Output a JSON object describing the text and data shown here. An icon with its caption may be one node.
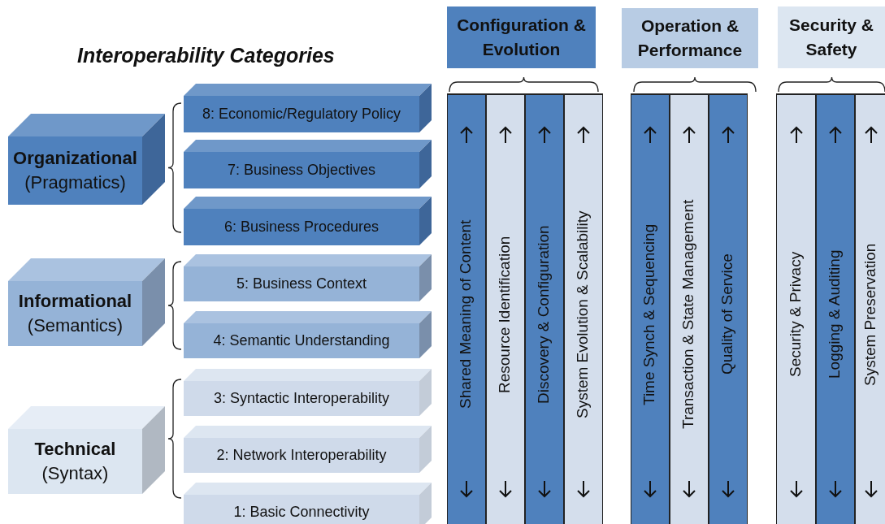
{
  "diagram": {
    "title": "Interoperability Categories",
    "nodes": [
      {
        "text": [
          "Organizational",
          "(Pragmatics)"
        ]
      },
      {
        "text": [
          "8: Economic/Regulatory Policy"
        ]
      },
      {
        "text": [
          "7: Business Objectives"
        ]
      },
      {
        "text": [
          "6: Business Procedures"
        ]
      },
      {
        "text": [
          "Informational",
          "(Semantics)"
        ]
      },
      {
        "text": [
          "5: Business Context"
        ]
      },
      {
        "text": [
          "4: Semantic Understanding"
        ]
      },
      {
        "text": [
          "Technical",
          "(Syntax)"
        ]
      },
      {
        "text": [
          "3: Syntactic Interoperability"
        ]
      },
      {
        "text": [
          "2: Network Interoperability"
        ]
      },
      {
        "text": [
          "1: Basic Connectivity"
        ]
      },
      {
        "text": [
          "Configuration & Evolution"
        ]
      },
      {
        "text": [
          "Shared Meaning of Content"
        ]
      },
      {
        "text": [
          "Resource Identification"
        ]
      },
      {
        "text": [
          "Discovery & Configuration"
        ]
      },
      {
        "text": [
          "System Evolution & Scalability"
        ]
      },
      {
        "text": [
          "Operation & Performance"
        ]
      },
      {
        "text": [
          "Time Synch & Sequencing"
        ]
      },
      {
        "text": [
          "Transaction & State Management"
        ]
      },
      {
        "text": [
          "Quality of Service"
        ]
      },
      {
        "text": [
          "Security & Safety"
        ]
      },
      {
        "text": [
          "Security & Privacy"
        ]
      },
      {
        "text": [
          "Logging & Auditing"
        ]
      },
      {
        "text": [
          "System Preservation"
        ]
      }
    ]
  }
}
